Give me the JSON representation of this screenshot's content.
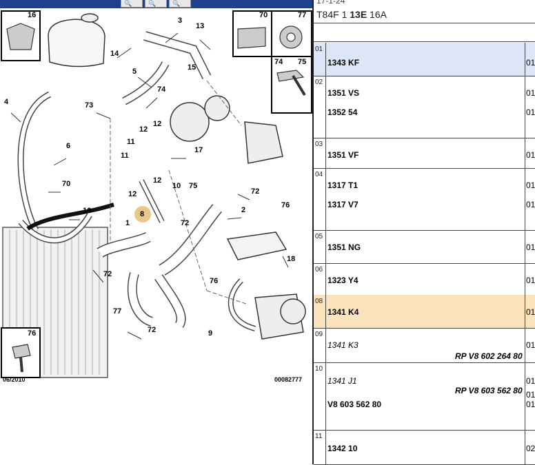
{
  "toolbar": {
    "buttons": [
      {
        "name": "zoom-tool-1",
        "glyph": "🔍"
      },
      {
        "name": "zoom-tool-2",
        "glyph": "🔍"
      },
      {
        "name": "zoom-tool-3",
        "glyph": "🔍"
      }
    ]
  },
  "diagram": {
    "callouts": [
      "16",
      "3",
      "13",
      "14",
      "5",
      "15",
      "74",
      "73",
      "4",
      "6",
      "12",
      "12",
      "11",
      "11",
      "17",
      "10",
      "75",
      "12",
      "12",
      "70",
      "8",
      "16",
      "72",
      "2",
      "76",
      "72",
      "72",
      "1",
      "18",
      "77",
      "76",
      "72",
      "9",
      "76"
    ],
    "highlighted_callout": "8",
    "insets": {
      "top_left": "16",
      "top_right_a": "70",
      "top_right_b": "77",
      "mid_right_a": "74",
      "mid_right_b": "75",
      "bottom_left": "76"
    },
    "date_stamp": "06/2010",
    "drawing_number": "00082777"
  },
  "panel": {
    "date": "17-1-24",
    "code_prefix": "T84F 1 ",
    "code_bold": "13E",
    "code_suffix": " 16A",
    "rows": [
      {
        "idx": "01",
        "refs": [
          {
            "text": "1343 KF",
            "q": "01"
          }
        ],
        "highlight": "blue"
      },
      {
        "idx": "02",
        "refs": [
          {
            "text": "1351 VS",
            "q": "01"
          },
          {
            "text": "1352 54",
            "q": "01"
          }
        ]
      },
      {
        "idx": "03",
        "refs": [
          {
            "text": "1351 VF",
            "q": "01"
          }
        ]
      },
      {
        "idx": "04",
        "refs": [
          {
            "text": "1317 T1",
            "q": "01"
          },
          {
            "text": "1317 V7",
            "q": "01"
          }
        ]
      },
      {
        "idx": "05",
        "refs": [
          {
            "text": "1351 NG",
            "q": "01"
          }
        ]
      },
      {
        "idx": "06",
        "refs": [
          {
            "text": "1323 Y4",
            "q": "01"
          }
        ]
      },
      {
        "idx": "08",
        "refs": [
          {
            "text": "1341 K4",
            "q": "01"
          }
        ],
        "highlight": "orange"
      },
      {
        "idx": "09",
        "refs": [
          {
            "text": "1341 K3",
            "italic": true,
            "q": "01"
          }
        ],
        "rp": "RP V8 602 264 80"
      },
      {
        "idx": "10",
        "refs": [
          {
            "text": "1341 J1",
            "italic": true,
            "q": "01"
          },
          {
            "text": "V8 603 562 80",
            "q": "01"
          }
        ],
        "rp": "RP V8 603 562 80",
        "extra_q": "01"
      },
      {
        "idx": "11",
        "refs": [
          {
            "text": "1342 10",
            "q": "02"
          }
        ]
      }
    ]
  }
}
